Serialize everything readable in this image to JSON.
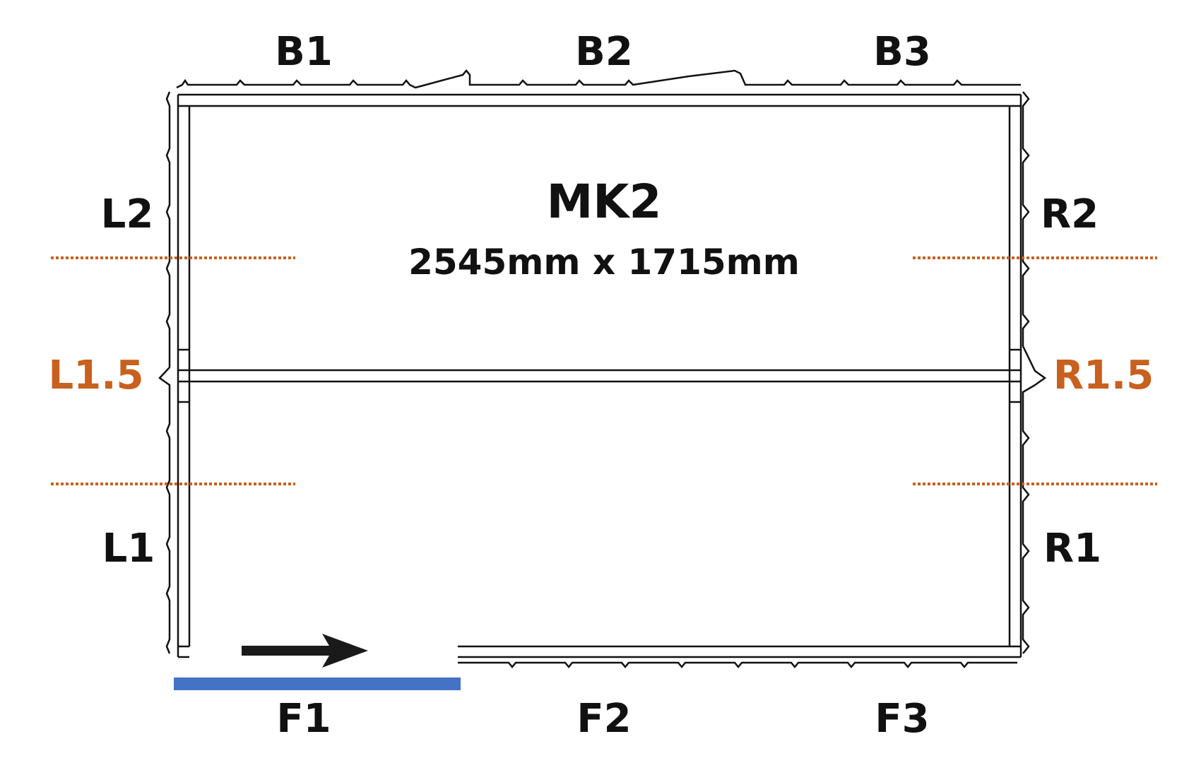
{
  "title": "MK2",
  "dimensions": "2545mm x 1715mm",
  "colors": {
    "line": "#111111",
    "accent": "#C8601E",
    "door": "#4472C4",
    "arrow": "#1a1a1a"
  },
  "panels": {
    "back": [
      "B1",
      "B2",
      "B3"
    ],
    "front": [
      "F1",
      "F2",
      "F3"
    ],
    "left": [
      "L2",
      "L1"
    ],
    "right": [
      "R2",
      "R1"
    ],
    "mid_left": "L1.5",
    "mid_right": "R1.5"
  },
  "door": {
    "panel": "F1",
    "indicator": "arrow-right"
  }
}
